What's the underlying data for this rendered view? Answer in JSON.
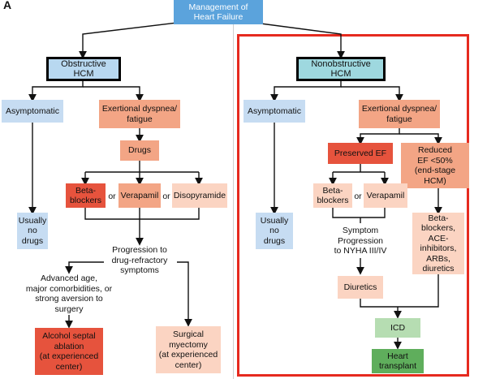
{
  "panel_label": "A",
  "title": "Management of\nHeart Failure",
  "obstructive": {
    "header": "Obstructive HCM",
    "asymptomatic": "Asymptomatic",
    "usually_no_drugs": "Usually\nno\ndrugs",
    "exertional": "Exertional dyspnea/\nfatigue",
    "drugs": "Drugs",
    "beta_blockers": "Beta-\nblockers",
    "or1": "or",
    "verapamil": "Verapamil",
    "or2": "or",
    "disopyramide": "Disopyramide",
    "progression": "Progression to\ndrug-refractory\nsymptoms",
    "advanced": "Advanced age,\nmajor comorbidities, or\nstrong aversion to\nsurgery",
    "alcohol": "Alcohol septal\nablation\n(at experienced\ncenter)",
    "surgical": "Surgical\nmyectomy\n(at experienced\ncenter)"
  },
  "nonobstructive": {
    "header": "Nonobstructive HCM",
    "asymptomatic": "Asymptomatic",
    "usually_no_drugs": "Usually\nno\ndrugs",
    "exertional": "Exertional dyspnea/\nfatigue",
    "preserved": "Preserved EF",
    "reduced": "Reduced\nEF <50%\n(end-stage HCM)",
    "beta_blockers": "Beta-\nblockers",
    "or": "or",
    "verapamil": "Verapamil",
    "symptom_progression": "Symptom\nProgression\nto NYHA III/IV",
    "diuretics": "Diuretics",
    "reduced_drugs": "Beta-\nblockers,\nACE-\ninhibitors,\nARBs,\ndiuretics",
    "icd": "ICD",
    "transplant": "Heart\ntransplant"
  },
  "colors": {
    "title_blue": "#5ba3dc",
    "light_blue": "#c6dcf2",
    "teal": "#9ed8df",
    "salmon": "#f3a585",
    "light_salmon": "#fbd4c2",
    "red": "#e6533d",
    "light_green": "#b6ddb2",
    "green": "#5fae5c",
    "highlight_red": "#e62a1f"
  }
}
